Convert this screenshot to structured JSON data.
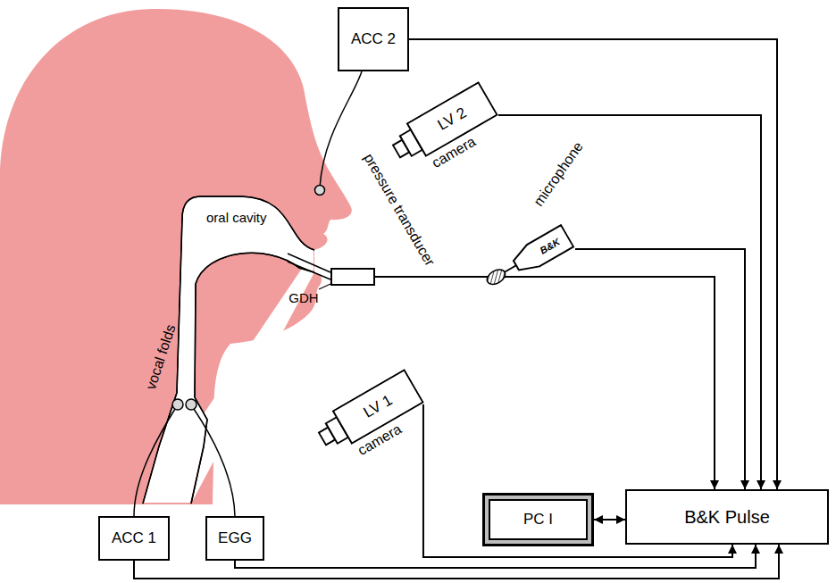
{
  "diagram": {
    "nodes": [
      {
        "text": [
          "ACC 2"
        ]
      },
      {
        "text": [
          "LV 2",
          "camera"
        ]
      },
      {
        "text": [
          "B&K",
          "microphone"
        ]
      },
      {
        "text": [
          "GDH"
        ]
      },
      {
        "text": [
          "LV 1",
          "camera"
        ]
      },
      {
        "text": [
          "ACC 1"
        ]
      },
      {
        "text": [
          "EGG"
        ]
      },
      {
        "text": [
          "PC I"
        ]
      },
      {
        "text": [
          "B&K Pulse"
        ]
      }
    ],
    "edges": [
      {
        "from": 0,
        "to": 8,
        "arrow": "to"
      },
      {
        "from": 1,
        "to": 8,
        "arrow": "to"
      },
      {
        "from": 2,
        "to": 8,
        "arrow": "to"
      },
      {
        "from": 3,
        "to": 8,
        "arrow": "to"
      },
      {
        "from": 4,
        "to": 8,
        "arrow": "to"
      },
      {
        "from": 6,
        "to": 8,
        "arrow": "to"
      },
      {
        "from": 5,
        "to": 8,
        "arrow": "to"
      },
      {
        "from": 7,
        "to": 8,
        "arrow": "both"
      }
    ],
    "labels": [
      "oral cavity",
      "pressure transducer",
      "vocal folds"
    ]
  }
}
